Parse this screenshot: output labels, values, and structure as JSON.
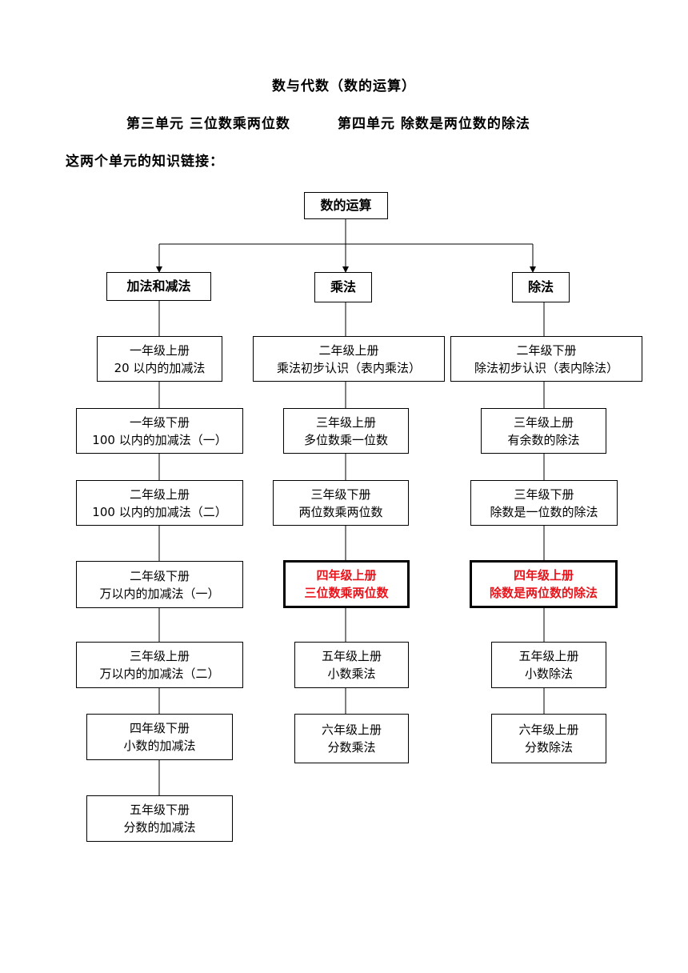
{
  "title": "数与代数（数的运算）",
  "subtitle_a": "第三单元 三位数乘两位数",
  "subtitle_b": "第四单元  除数是两位数的除法",
  "intro": "这两个单元的知识链接：",
  "root": "数的运算",
  "branches": {
    "addsub": {
      "label": "加法和减法",
      "items": [
        {
          "grade": "一年级上册",
          "topic": "20 以内的加减法"
        },
        {
          "grade": "一年级下册",
          "topic": "100 以内的加减法（一）"
        },
        {
          "grade": "二年级上册",
          "topic": "100 以内的加减法（二）"
        },
        {
          "grade": "二年级下册",
          "topic": "万以内的加减法（一）"
        },
        {
          "grade": "三年级上册",
          "topic": "万以内的加减法（二）"
        },
        {
          "grade": "四年级下册",
          "topic": "小数的加减法"
        },
        {
          "grade": "五年级下册",
          "topic": "分数的加减法"
        }
      ]
    },
    "mul": {
      "label": "乘法",
      "items": [
        {
          "grade": "二年级上册",
          "topic": "乘法初步认识（表内乘法）"
        },
        {
          "grade": "三年级上册",
          "topic": "多位数乘一位数"
        },
        {
          "grade": "三年级下册",
          "topic": "两位数乘两位数"
        },
        {
          "grade": "四年级上册",
          "topic": "三位数乘两位数",
          "highlight": true
        },
        {
          "grade": "五年级上册",
          "topic": "小数乘法"
        },
        {
          "grade": "六年级上册",
          "topic": "分数乘法"
        }
      ]
    },
    "div": {
      "label": "除法",
      "items": [
        {
          "grade": "二年级下册",
          "topic": "除法初步认识（表内除法）"
        },
        {
          "grade": "三年级上册",
          "topic": "有余数的除法"
        },
        {
          "grade": "三年级下册",
          "topic": "除数是一位数的除法"
        },
        {
          "grade": "四年级上册",
          "topic": "除数是两位数的除法",
          "highlight": true
        },
        {
          "grade": "五年级上册",
          "topic": "小数除法"
        },
        {
          "grade": "六年级上册",
          "topic": "分数除法"
        }
      ]
    }
  },
  "colors": {
    "highlight_text": "#e8141b",
    "line": "#000000"
  }
}
